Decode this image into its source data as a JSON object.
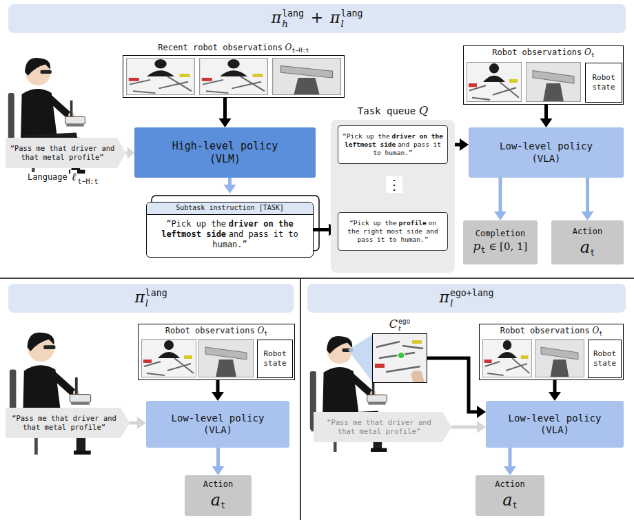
{
  "diagram": {
    "nodes": [
      {
        "text": [
          "π",
          "lang",
          "h",
          "+",
          "π",
          "lang",
          "l"
        ]
      },
      {
        "text": [
          "“Pass me that driver and that metal profile”"
        ]
      },
      {
        "text": [
          "Recent robot observations",
          "O",
          "t−H:t"
        ]
      },
      {
        "text": [
          "High-level policy",
          "(VLM)"
        ]
      },
      {
        "text": [
          "Subtask instruction [TASK]",
          "“Pick up the",
          "driver on the leftmost side",
          "and pass it to human.”"
        ]
      },
      {
        "text": [
          "Task queue",
          "Q"
        ]
      },
      {
        "text": [
          "“Pick up the",
          "driver on the leftmost side",
          "and pass it to human.”"
        ],
        "in": 5
      },
      {
        "text": [
          "“Pick up the",
          "profile",
          "on the right most side and pass it to human.”"
        ],
        "in": 5
      },
      {
        "text": [
          "Robot observations",
          "O",
          "t"
        ]
      },
      {
        "text": [
          "Robot state"
        ],
        "in": 8
      },
      {
        "text": [
          "Low-level policy",
          "(VLA)"
        ]
      },
      {
        "text": [
          "Completion",
          "p",
          "t",
          "∈ [0, 1]"
        ]
      },
      {
        "text": [
          "Action",
          "a",
          "t"
        ]
      },
      {
        "text": [
          "π",
          "lang",
          "l"
        ]
      },
      {
        "text": [
          "“Pass me that driver and that metal profile”"
        ]
      },
      {
        "text": [
          "Robot observations",
          "O",
          "t"
        ]
      },
      {
        "text": [
          "Robot state"
        ],
        "in": 15
      },
      {
        "text": [
          "Low-level policy",
          "(VLA)"
        ]
      },
      {
        "text": [
          "Action",
          "a",
          "t"
        ]
      },
      {
        "text": [
          "π",
          "ego+lang",
          "l"
        ]
      },
      {
        "text": [
          "C",
          "ego",
          "t"
        ]
      },
      {
        "text": [
          "Robot observations",
          "O",
          "t"
        ]
      },
      {
        "text": [
          "Robot state"
        ],
        "in": 21
      },
      {
        "text": [
          "“Pass me that driver and that metal profile”"
        ]
      },
      {
        "text": [
          "Low-level policy",
          "(VLA)"
        ]
      },
      {
        "text": [
          "Action",
          "a",
          "t"
        ]
      }
    ],
    "edges": [
      {
        "from": 1,
        "to": 3,
        "arrow": "to"
      },
      {
        "from": 2,
        "to": 3,
        "arrow": "to"
      },
      {
        "from": 3,
        "to": 4,
        "arrow": "to"
      },
      {
        "from": 4,
        "to": 7,
        "arrow": "to"
      },
      {
        "from": 6,
        "to": 10,
        "arrow": "to"
      },
      {
        "from": 8,
        "to": 10,
        "arrow": "to"
      },
      {
        "from": 10,
        "to": 11,
        "arrow": "to"
      },
      {
        "from": 10,
        "to": 12,
        "arrow": "to"
      },
      {
        "from": 14,
        "to": 17,
        "arrow": "to"
      },
      {
        "from": 15,
        "to": 17,
        "arrow": "to"
      },
      {
        "from": 17,
        "to": 18,
        "arrow": "to"
      },
      {
        "from": 20,
        "to": 24,
        "arrow": "to"
      },
      {
        "from": 21,
        "to": 24,
        "arrow": "to"
      },
      {
        "from": 23,
        "to": 24,
        "arrow": "to"
      },
      {
        "from": 24,
        "to": 25,
        "arrow": "to"
      }
    ],
    "labels": [
      "Language",
      "ℓ",
      "t−H:t",
      "⋮"
    ]
  }
}
